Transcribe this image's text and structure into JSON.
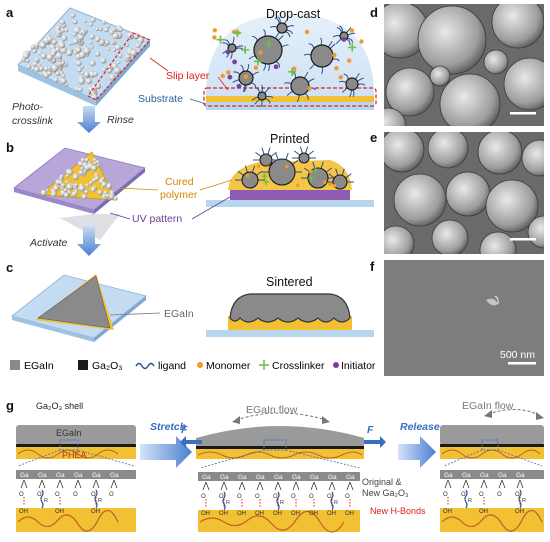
{
  "panels": {
    "a": "a",
    "b": "b",
    "c": "c",
    "d": "d",
    "e": "e",
    "f": "f",
    "g": "g"
  },
  "titles": {
    "dropcast": "Drop-cast",
    "printed": "Printed",
    "sintered": "Sintered"
  },
  "labels": {
    "slip_layer": "Slip layer",
    "substrate": "Substrate",
    "cured_polymer_1": "Cured",
    "cured_polymer_2": "polymer",
    "uv_pattern": "UV pattern",
    "egain": "EGaIn"
  },
  "steps": {
    "photo_1": "Photo-",
    "photo_2": "crosslink",
    "rinse": "Rinse",
    "activate": "Activate"
  },
  "legend": {
    "egain": "EGaIn",
    "ga2o3": "Ga₂O₃",
    "ligand": "ligand",
    "monomer": "Monomer",
    "crosslinker": "Crosslinker",
    "initiator": "Initiator"
  },
  "scalebar": "500 nm",
  "panel_g": {
    "shell": "Ga₂O₃ shell",
    "egain": "EGaIn",
    "phea": "PHEA",
    "flow": "EGaIn flow",
    "force": "F",
    "stretch": "Stretch",
    "release": "Release",
    "original_1": "Original &",
    "original_2": "New Ga₂O₃",
    "hbonds": "New H-Bonds",
    "ga": "Ga",
    "o": "O",
    "oh": "OH",
    "r": "R"
  },
  "colors": {
    "egain": "#8a8a8a",
    "ga2o3": "#1a1a1a",
    "polymer": "#f2c033",
    "uv": "#8e5bb5",
    "substrate": "#b9d6ef",
    "arrow": "#4a7ed0",
    "slip": "#e02020",
    "monomer": "#f19a2a",
    "crosslinker": "#6cc04a",
    "initiator": "#7b3f9e",
    "hbond": "#e02020",
    "chain": "#c0602a"
  }
}
